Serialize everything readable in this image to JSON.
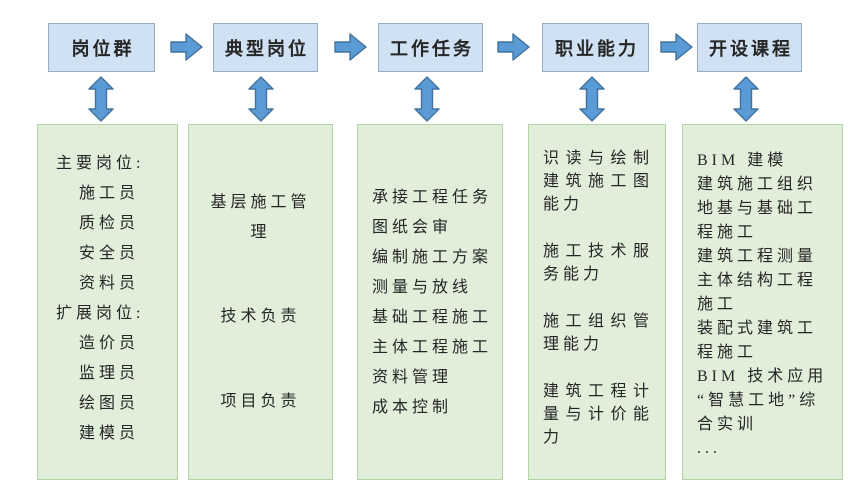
{
  "colors": {
    "header_fill": "#cfe1f2",
    "header_border": "#94aec6",
    "arrow_fill": "#5b9bd5",
    "arrow_stroke": "#41719c",
    "panel_fill": "#e0eeda",
    "panel_border": "#b3d5a5",
    "text": "#262626"
  },
  "columns": [
    {
      "id": "position-group",
      "header": "岗位群",
      "body": [
        {
          "text": "主要岗位:",
          "style": "label"
        },
        {
          "text": "施工员",
          "style": "indent"
        },
        {
          "text": "质检员",
          "style": "indent"
        },
        {
          "text": "安全员",
          "style": "indent"
        },
        {
          "text": "资料员",
          "style": "indent"
        },
        {
          "text": "扩展岗位:",
          "style": "label"
        },
        {
          "text": "造价员",
          "style": "indent"
        },
        {
          "text": "监理员",
          "style": "indent"
        },
        {
          "text": "绘图员",
          "style": "indent"
        },
        {
          "text": "建模员",
          "style": "indent"
        }
      ]
    },
    {
      "id": "typical-positions",
      "header": "典型岗位",
      "body": [
        {
          "text": "基层施工管理",
          "style": "center"
        },
        {
          "text": "技术负责",
          "style": "center"
        },
        {
          "text": "项目负责",
          "style": "center"
        }
      ]
    },
    {
      "id": "work-tasks",
      "header": "工作任务",
      "body": [
        {
          "text": "承接工程任务"
        },
        {
          "text": "图纸会审"
        },
        {
          "text": "编制施工方案"
        },
        {
          "text": "测量与放线"
        },
        {
          "text": "基础工程施工"
        },
        {
          "text": "主体工程施工"
        },
        {
          "text": "资料管理"
        },
        {
          "text": "成本控制"
        }
      ]
    },
    {
      "id": "professional-abilities",
      "header": "职业能力",
      "body": [
        {
          "text": "识读与绘制建筑施工图能力",
          "style": "justify"
        },
        {
          "text": "施工技术服务能力",
          "style": "justify"
        },
        {
          "text": "施工组织管理能力",
          "style": "justify"
        },
        {
          "text": "建筑工程计量与计价能力",
          "style": "justify"
        }
      ]
    },
    {
      "id": "courses-offered",
      "header": "开设课程",
      "body": [
        {
          "text": "BIM 建模"
        },
        {
          "text": "建筑施工组织"
        },
        {
          "text": "地基与基础工程施工"
        },
        {
          "text": "建筑工程测量"
        },
        {
          "text": "主体结构工程施工"
        },
        {
          "text": "装配式建筑工程施工"
        },
        {
          "text": "BIM 技术应用"
        },
        {
          "text": "“智慧工地”综合实训"
        },
        {
          "text": "..."
        }
      ]
    }
  ]
}
